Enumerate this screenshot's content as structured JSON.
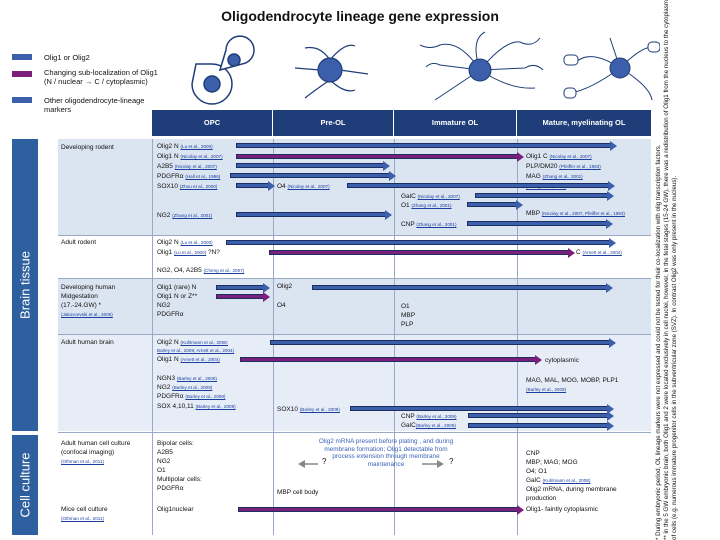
{
  "title": "Oligodendrocyte lineage gene expression",
  "legend": {
    "items": [
      {
        "label": "Olig1 or Olig2",
        "color": "#3b5fab"
      },
      {
        "label": "Changing sub-localization of Olig1\n(N / nuclear → C / cytoplasmic)",
        "color": "#7a1f7a"
      },
      {
        "label": "Other oligodendrocyte-lineage\nmarkers",
        "color": "#3b5fab"
      }
    ]
  },
  "stages": [
    "OPC",
    "Pre-OL",
    "Immature OL",
    "Mature, myelinating OL"
  ],
  "sections": {
    "brain": "Brain tissue",
    "culture": "Cell culture"
  },
  "rows": {
    "dev_rodent": {
      "label": "Developing rodent",
      "col1": [
        "Olig2 N",
        "Olig1 N",
        "A2B5",
        "PDGFRα",
        "SOX10",
        "NG2"
      ],
      "col1_refs": [
        "(Lu et al., 2000)",
        "(Nicolay et al., 2007)",
        "(Nicolay et al., 2007)",
        "(Hall et al., 1996)",
        "(Zhou et al., 2000)",
        "(Zhang et al., 2001)"
      ],
      "o4": "O4",
      "o4_ref": "(Nicolay et al., 2007)",
      "galc": "GalC",
      "galc_ref": "(Nicolay et al., 2007)",
      "o1": "O1",
      "o1_ref": "(Zhang et al., 2001)",
      "cnp": "CNP",
      "cnp_ref": "(Zhang et al., 2001)",
      "col4": [
        "Olig1 C",
        "PLP/DM20",
        "MAG",
        "(Zhang et al., 2001)",
        "MBP"
      ],
      "col4_refs": [
        "(Nicolay et al., 2007)",
        "(Pfeiffer et al., 1993)",
        "(Zhang et al., 2001)",
        "",
        "(Nicolay et al., 2007, Pfeiffer et al., 1993)"
      ]
    },
    "adult_rodent": {
      "label": "Adult rodent",
      "lines": [
        "Olig2 N",
        "Olig1",
        "NG2, O4, A2B5"
      ],
      "refs": [
        "(Lu et al., 2000)",
        "(Lu et al., 2000)",
        "(Cheng et al., 2007)"
      ],
      "q": "?N?",
      "c": "C",
      "c_ref": "(Arnett et al., 2004)"
    },
    "dev_human": {
      "label_lines": [
        "Developing human",
        "Midgestation",
        "(17.-24.GW) *",
        "(Jakovcevski et al., 2005)"
      ],
      "col1": [
        "Olig1 (rare) N",
        "Olig1 N  or Z**",
        "NG2",
        "PDGFRα"
      ],
      "col2": [
        "Olig2",
        "O4"
      ],
      "col3": [
        "O1",
        "MBP",
        "PLP"
      ]
    },
    "adult_human": {
      "label": "Adult human brain",
      "l1": "Olig2 N",
      "l1_ref": "(Kuhlmann et al., 2008;",
      "l1_ref2": "Barley et al., 2009; Arnett et al., 2004)",
      "l2": "Olig1 N",
      "l2_ref": "(Arnett et al., 2004)",
      "cyto": "cytoplasmic",
      "col1": [
        "NGN3",
        "NG2",
        "PDGFRα",
        "SOX 4,10,11"
      ],
      "col1_refs": [
        "(Barley et al., 2009)",
        "(Barley et al., 2009)",
        "(Barley et al., 2009)",
        "(Barley et al., 2009)"
      ],
      "sox10": "SOX10",
      "sox10_ref": "(Barley et al., 2009)",
      "cnp": "CNP",
      "cnp_ref": "(Barley et al., 2009)",
      "galc": "GalC",
      "galc_ref": "(Barley et al., 2009)",
      "mature": "MAG, MAL, MOG, MOBP, PLP1",
      "mature_ref": "(Barley et al., 2009)"
    },
    "culture": {
      "label1_lines": [
        "Adult human cell culture",
        "(confocal imaging)",
        "(Othman et al., 2011)"
      ],
      "label2_lines": [
        "Mice cell culture",
        "(Othman et al., 2011)"
      ],
      "col1": [
        "Bipolar cells:",
        "A2B5",
        "NG2",
        "O1",
        "Multipolar cells:",
        "PDGFRα"
      ],
      "olig1nuclear": "Olig1nuclear",
      "note": "Olig2 mRNA present before plating , and during membrane formation; Olig1 detectable from process extension through membrane maintenance",
      "q1": "?",
      "q2": "?",
      "mbp": "MBP cell body",
      "col4": [
        "CNP",
        "MBP; MAG; MOG",
        "O4; O1",
        "GalC",
        "Olig2 mRNA, during membrane",
        "production"
      ],
      "galc_ref": "(Kuhlmann et al., 2008)",
      "last": "Olig1- faintly cytoplasmic"
    }
  },
  "footnote": "* During embryonic period, OL lineage markers were not expressed and could not be tested for their co-localization with olig transcription factors.\n** in the 5 GW embryonic brain, both Olig1 and 2 were located exclusively in cell nuclei, however, in the fetal stages (15-24 GW), there was a redistribution of Olig1 from the nucleus to the cytoplasm of cells (e.g. numerous immature progenitor cells in the subventricular zone (SVZ). In contrast Olig2 was only present in the nucleus)."
}
